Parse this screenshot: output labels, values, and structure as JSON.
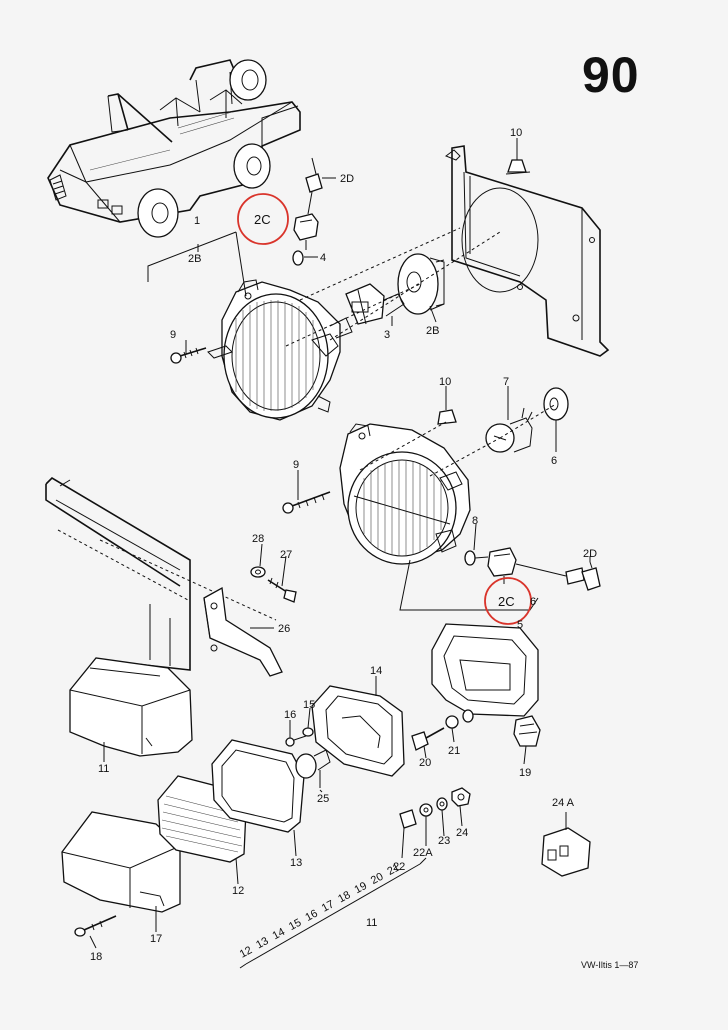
{
  "page_number": "90",
  "footer": "VW-Iltis 1—87",
  "colors": {
    "highlight_circle": "#d9342b",
    "line": "#111111",
    "paper": "#f5f5f5"
  },
  "labels": {
    "l_10a": "10",
    "l_2D_a": "2D",
    "l_2C_a": "2C",
    "l_1": "1",
    "l_2B_a": "2B",
    "l_4": "4",
    "l_3": "3",
    "l_2B_b": "2B",
    "l_9a": "9",
    "l_10b": "10",
    "l_7": "7",
    "l_6a": "6",
    "l_9b": "9",
    "l_8": "8",
    "l_2D_b": "2D",
    "l_2C_b": "2C",
    "l_6b": "6",
    "l_5": "5",
    "l_28": "28",
    "l_27": "27",
    "l_26": "26",
    "l_14": "14",
    "l_15": "15",
    "l_16": "16",
    "l_21": "21",
    "l_20": "20",
    "l_19": "19",
    "l_25": "25",
    "l_11a": "11",
    "l_13": "13",
    "l_12": "12",
    "l_17": "17",
    "l_18": "18",
    "l_22": "22",
    "l_22A": "22A",
    "l_23": "23",
    "l_24": "24",
    "l_24A": "24 A",
    "l_11b": "11"
  },
  "diagonal_index_numbers": [
    "12",
    "13",
    "14",
    "15",
    "16",
    "17",
    "18",
    "19",
    "20",
    "21"
  ]
}
